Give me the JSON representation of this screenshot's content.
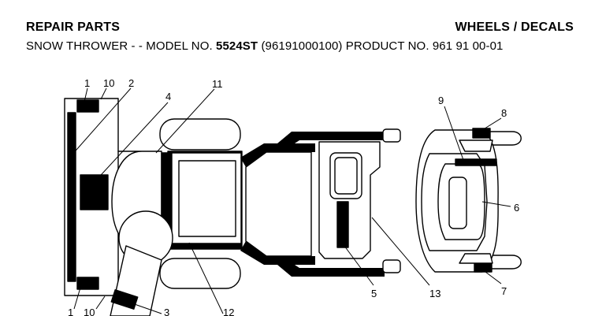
{
  "header": {
    "left_title": "REPAIR PARTS",
    "right_title": "WHEELS / DECALS",
    "subtitle_prefix": "SNOW THROWER - - MODEL NO. ",
    "model_no": "5524ST",
    "subtitle_suffix": " (96191000100) PRODUCT NO. 961 91 00-01"
  },
  "callouts": {
    "c1_top": "1",
    "c10_top": "10",
    "c2_top": "2",
    "c11_top": "11",
    "c4": "4",
    "c9": "9",
    "c8": "8",
    "c6": "6",
    "c7": "7",
    "c5": "5",
    "c13": "13",
    "c1_bottom": "1",
    "c10_bottom": "10",
    "c3": "3",
    "c12": "12"
  }
}
